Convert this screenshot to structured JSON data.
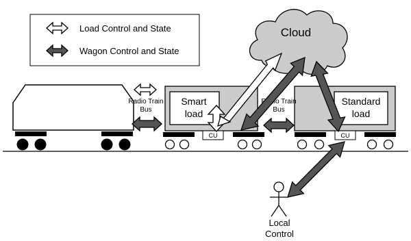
{
  "legend": {
    "load_label": "Load Control and State",
    "wagon_label": "Wagon Control and State"
  },
  "cloud_label": "Cloud",
  "radio_bus_label_line1": "Radio Train",
  "radio_bus_label_line2": "Bus",
  "smart_load_line1": "Smart",
  "smart_load_line2": "load",
  "standard_load_line1": "Standard",
  "standard_load_line2": "load",
  "cu_label": "CU",
  "local_control_line1": "Local",
  "local_control_line2": "Control",
  "colors": {
    "wagon_fill": "#cccccc",
    "cloud_fill": "#cccccc",
    "wagon_arrow_fill": "#555555",
    "load_arrow_fill": "#ffffff",
    "outline": "#000000"
  }
}
